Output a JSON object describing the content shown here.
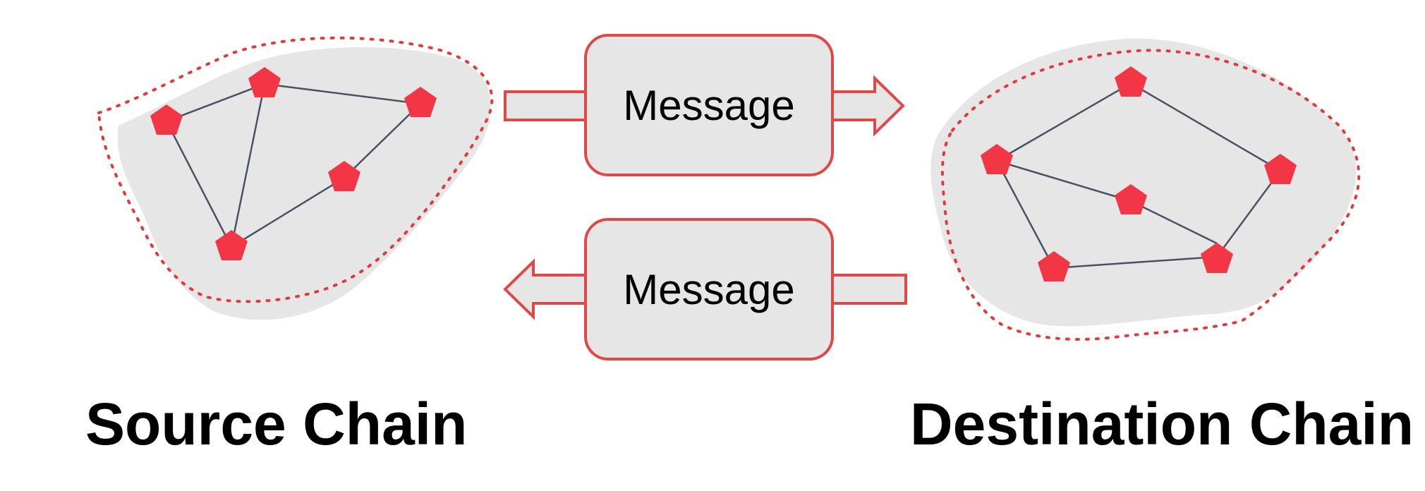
{
  "diagram": {
    "source_chain": {
      "title": "Source Chain",
      "nodes": 5
    },
    "destination_chain": {
      "title": "Destination Chain",
      "nodes": 6
    },
    "messages": [
      {
        "label": "Message",
        "direction": "source-to-destination"
      },
      {
        "label": "Message",
        "direction": "destination-to-source"
      }
    ],
    "colors": {
      "node": "#f23645",
      "outline": "#e04848",
      "fill": "#e6e6e6",
      "edge": "#4a5262"
    }
  }
}
